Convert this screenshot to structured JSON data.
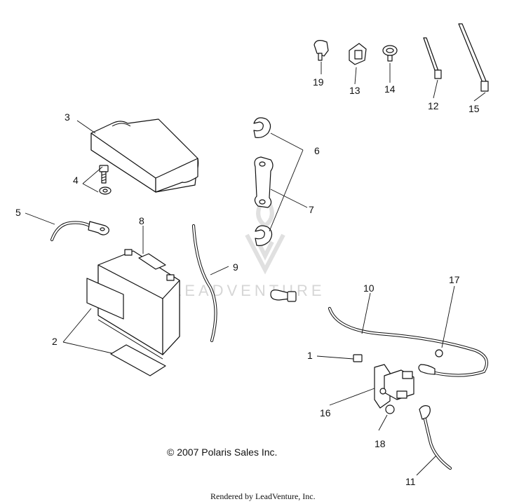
{
  "callouts": [
    {
      "id": "1",
      "label": "1"
    },
    {
      "id": "2",
      "label": "2"
    },
    {
      "id": "3",
      "label": "3"
    },
    {
      "id": "4",
      "label": "4"
    },
    {
      "id": "5",
      "label": "5"
    },
    {
      "id": "6",
      "label": "6"
    },
    {
      "id": "7",
      "label": "7"
    },
    {
      "id": "8",
      "label": "8"
    },
    {
      "id": "9",
      "label": "9"
    },
    {
      "id": "10",
      "label": "10"
    },
    {
      "id": "11",
      "label": "11"
    },
    {
      "id": "12",
      "label": "12"
    },
    {
      "id": "13",
      "label": "13"
    },
    {
      "id": "14",
      "label": "14"
    },
    {
      "id": "15",
      "label": "15"
    },
    {
      "id": "16",
      "label": "16"
    },
    {
      "id": "17",
      "label": "17"
    },
    {
      "id": "18",
      "label": "18"
    },
    {
      "id": "19",
      "label": "19"
    }
  ],
  "watermark": "LEADVENTURE",
  "copyright": "© 2007 Polaris Sales Inc.",
  "rendered_by": "Rendered by LeadVenture, Inc."
}
